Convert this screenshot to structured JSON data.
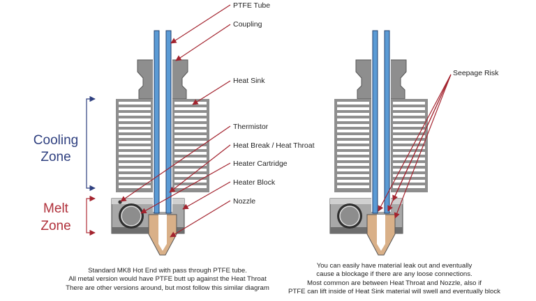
{
  "labels": {
    "ptfe_tube": "PTFE Tube",
    "coupling": "Coupling",
    "heat_sink": "Heat Sink",
    "thermistor": "Thermistor",
    "heat_break": "Heat Break / Heat Throat",
    "heater_cartridge": "Heater Cartridge",
    "heater_block": "Heater Block",
    "nozzle": "Nozzle",
    "seepage_risk": "Seepage Risk"
  },
  "zones": {
    "cooling_line1": "Cooling",
    "cooling_line2": "Zone",
    "melt_line1": "Melt",
    "melt_line2": "Zone",
    "cooling_color": "#2e3f7f",
    "melt_color": "#b0303a"
  },
  "captions": {
    "left": [
      "Standard MK8 Hot End with pass through PTFE tube.",
      "All metal version would have PTFE butt up against the Heat Throat",
      "There are other versions around, but most follow this similar diagram"
    ],
    "right": [
      "You can easily have material leak out and eventually",
      "cause a blockage if there are any loose connections.",
      "Most common are between Heat Throat and Nozzle, also if",
      "PTFE can lift inside of Heat Sink material will swell and eventually block"
    ]
  },
  "colors": {
    "arrow": "#a3232e",
    "tube": "#5b9bd5",
    "metal": "#8e8e8e",
    "nozzle": "#d9b088",
    "bracket": "#2e3f7f"
  }
}
